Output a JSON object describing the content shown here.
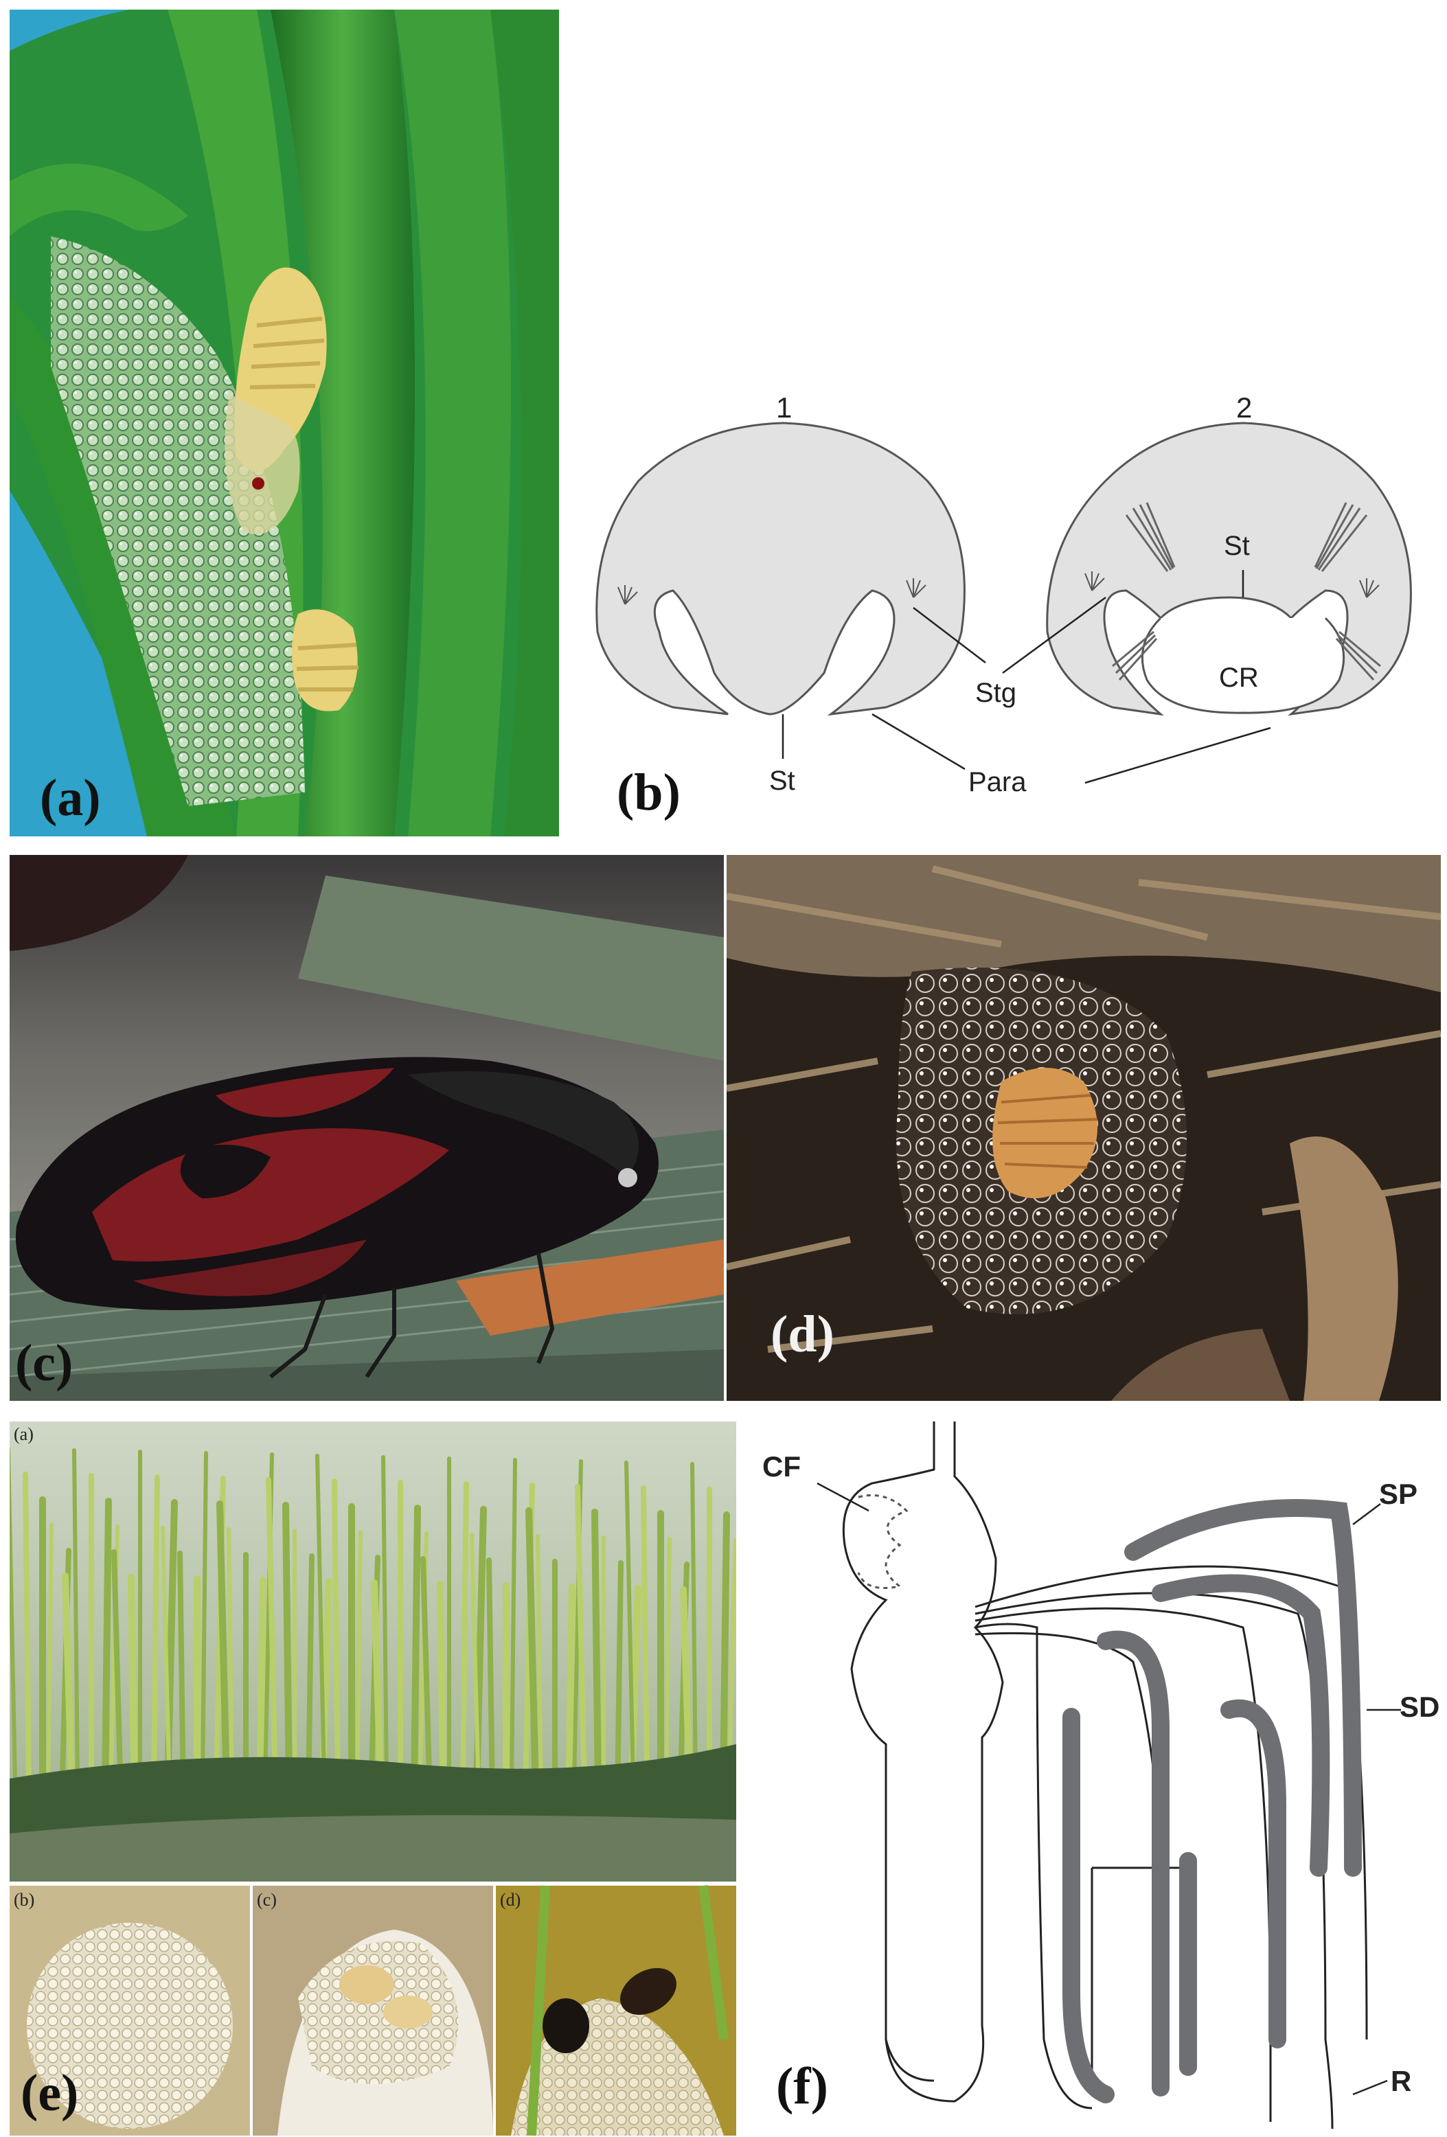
{
  "figure": {
    "panel_a": {
      "label": "(a)"
    },
    "panel_b": {
      "label": "(b)",
      "diagram_numbers": [
        "1",
        "2"
      ],
      "labels": {
        "st_top": "St",
        "st_bottom": "St",
        "stg": "Stg",
        "cr": "CR",
        "para": "Para"
      }
    },
    "panel_c": {
      "label": "(c)"
    },
    "panel_d": {
      "label": "(d)"
    },
    "panel_e": {
      "label": "(e)",
      "sublabels": [
        "(a)",
        "(b)",
        "(c)",
        "(d)"
      ]
    },
    "panel_f": {
      "label": "(f)",
      "labels": {
        "cf": "CF",
        "sp": "SP",
        "sd": "SD",
        "r": "R"
      }
    }
  },
  "colors": {
    "sky_blue": "#2fa3c9",
    "leaf_green": "#2e8d2c",
    "nymph_yellow": "#e8d27a",
    "diagram_fill": "#e2e2e2",
    "insect_red": "#7e1c22",
    "insect_black": "#151114",
    "duct_gray": "#6d6f73"
  }
}
